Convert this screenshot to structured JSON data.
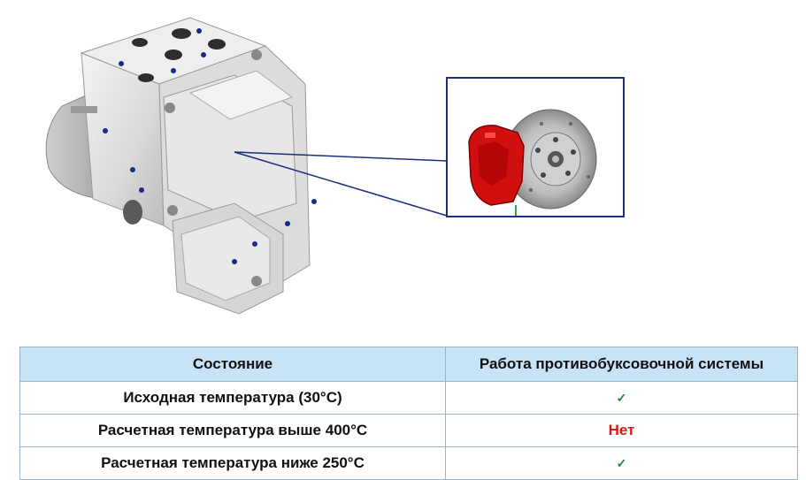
{
  "table": {
    "headers": [
      "Состояние",
      "Работа противобуксовочной системы"
    ],
    "rows": [
      {
        "condition": "Исходная температура (30°C)",
        "status": "✓",
        "status_type": "ok"
      },
      {
        "condition": "Расчетная температура выше 400°C",
        "status": "Нет",
        "status_type": "no"
      },
      {
        "condition": "Расчетная температура ниже 250°C",
        "status": "✓",
        "status_type": "ok"
      }
    ]
  },
  "colors": {
    "header_bg": "#c8e3f5",
    "no_text": "#d41a1a",
    "check": "#1f8a4a",
    "caliper": "#d10f0f",
    "callout_frame": "#1a2f7a"
  }
}
